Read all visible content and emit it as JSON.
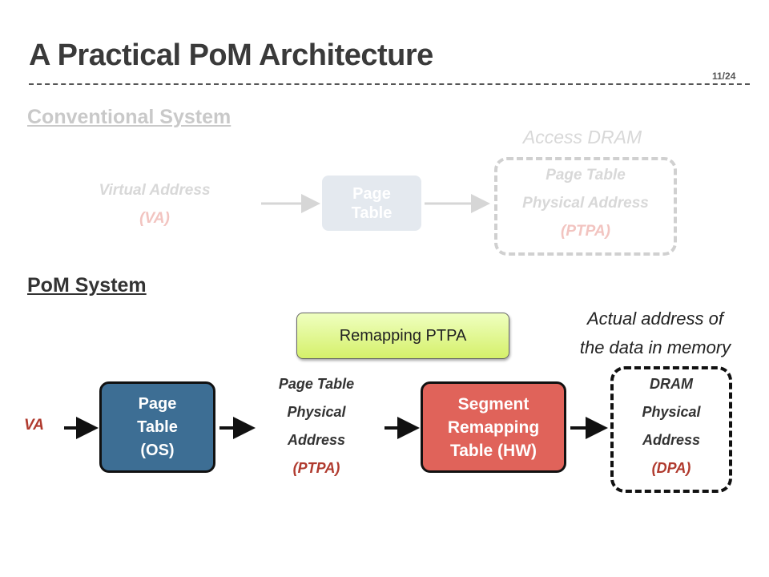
{
  "title": "A Practical PoM Architecture",
  "page_number": "11/24",
  "conventional": {
    "heading": "Conventional System",
    "access_label": "Access DRAM",
    "virtual_address_label": "Virtual Address",
    "virtual_address_abbr": "(VA)",
    "page_table_label": "Page Table",
    "ptpa_lines": [
      "Page Table",
      "Physical Address"
    ],
    "ptpa_abbr": "(PTPA)"
  },
  "pom": {
    "heading": "PoM System",
    "remapping_label": "Remapping PTPA",
    "actual_address_lines": [
      "Actual address of",
      "the data in memory"
    ],
    "va_label": "VA",
    "page_table_os_lines": [
      "Page",
      "Table",
      "(OS)"
    ],
    "ptpa_lines": [
      "Page Table",
      "Physical",
      "Address"
    ],
    "ptpa_abbr": "(PTPA)",
    "segment_lines": [
      "Segment",
      "Remapping",
      "Table (HW)"
    ],
    "dpa_lines": [
      "DRAM",
      "Physical",
      "Address"
    ],
    "dpa_abbr": "(DPA)"
  }
}
